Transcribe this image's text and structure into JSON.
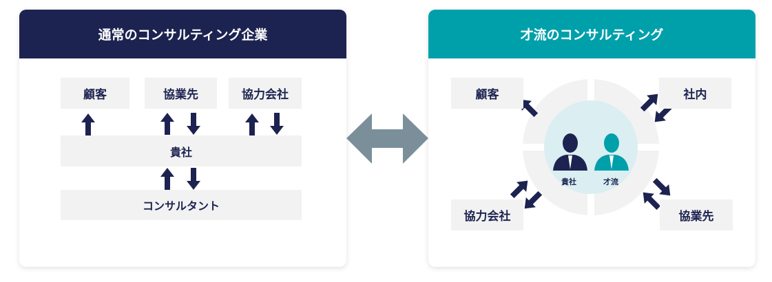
{
  "left": {
    "title": "通常のコンサルティング企業",
    "customer": "顧客",
    "partner": "協業先",
    "cooperator": "協力会社",
    "client": "貴社",
    "consultant": "コンサルタント"
  },
  "right": {
    "title": "才流のコンサルティング",
    "customer": "顧客",
    "internal": "社内",
    "cooperator": "協力会社",
    "partner": "協業先",
    "client_person": "貴社",
    "sairu_person": "才流"
  },
  "colors": {
    "navy": "#1d2350",
    "teal": "#00a0ab",
    "arrow_gray": "#7a8f99"
  }
}
